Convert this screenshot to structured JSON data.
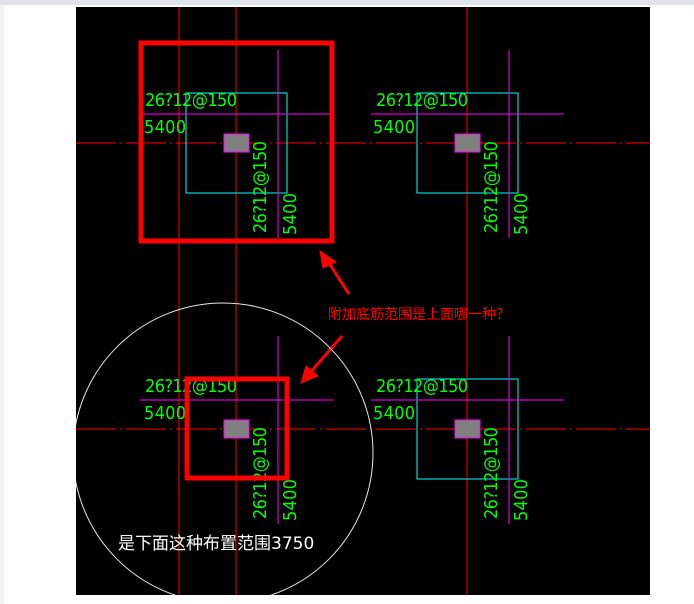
{
  "drawing": {
    "footings": [
      {
        "rebar_h": "26?12@150",
        "dim_h": "5400",
        "rebar_v": "26?12@150",
        "dim_v": "5400"
      },
      {
        "rebar_h": "26?12@150",
        "dim_h": "5400",
        "rebar_v": "26?12@150",
        "dim_v": "5400"
      },
      {
        "rebar_h": "26?12@150",
        "dim_h": "5400",
        "rebar_v": "26?12@150",
        "dim_v": "5400"
      },
      {
        "rebar_h": "26?12@150",
        "dim_h": "5400",
        "rebar_v": "26?12@150",
        "dim_v": "5400"
      }
    ],
    "question_annotation": "附加底筋范围是上面哪一种？",
    "circle_annotation": "是下面这种布置范围3750"
  },
  "colors": {
    "background": "#000000",
    "axis": "#ff0000",
    "rebar_text": "#00ff00",
    "footing_outline": "#00ffff",
    "dimension": "#ff00ff",
    "markup": "#ff0000",
    "column": "#808080"
  }
}
